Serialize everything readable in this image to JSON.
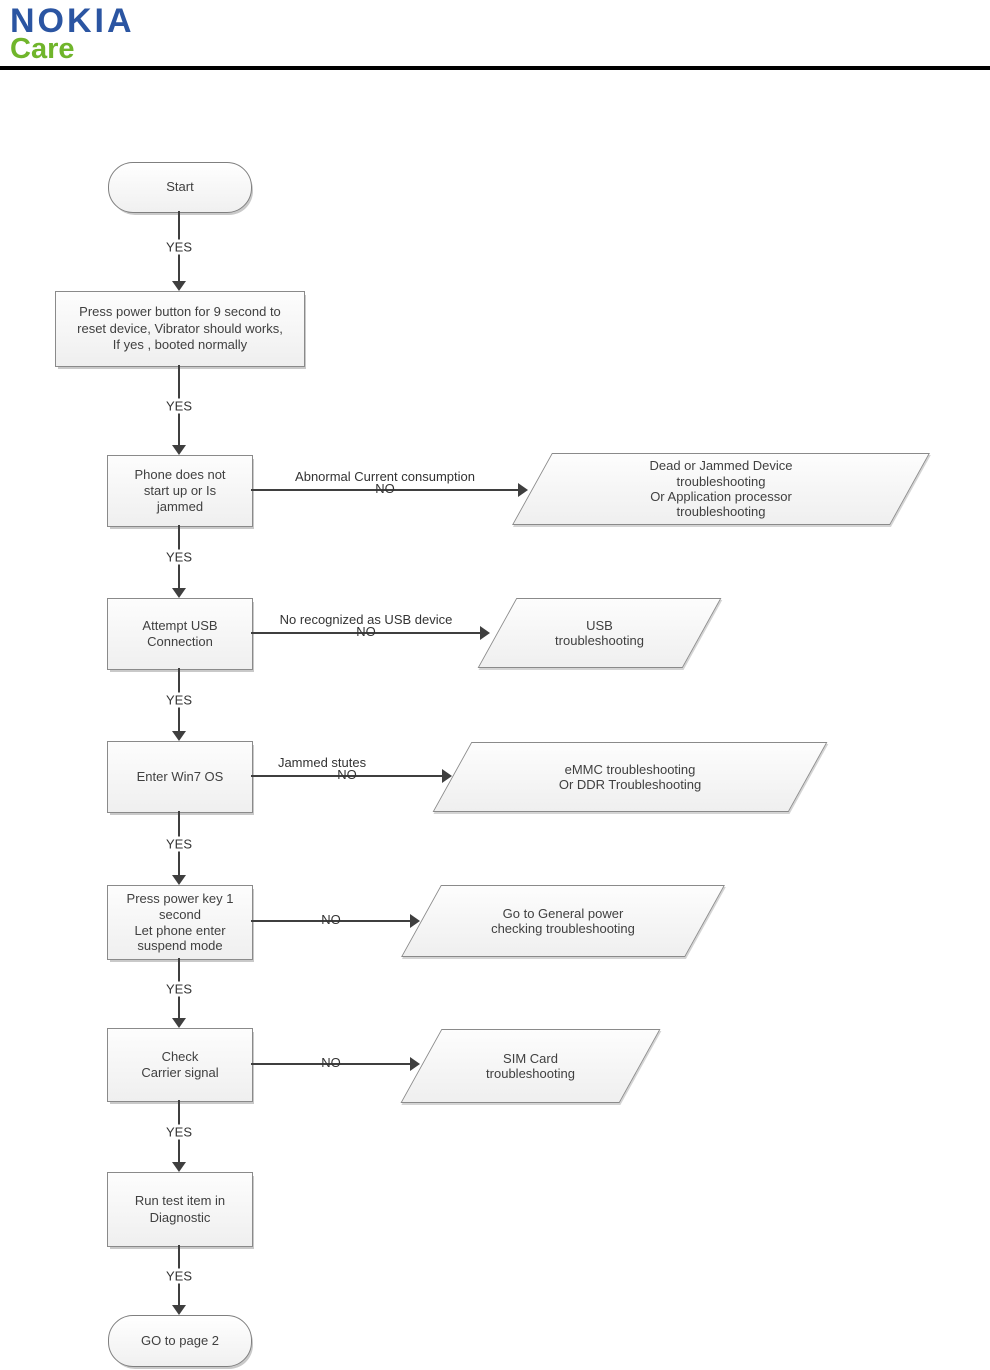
{
  "header": {
    "logo_nokia": "NOKIA",
    "logo_care": "Care",
    "nokia_blue": "#2b55a2",
    "care_green": "#70b52b"
  },
  "labels": {
    "yes": "YES",
    "no": "NO"
  },
  "conditions": {
    "abnormal_current": "Abnormal Current consumption",
    "not_recognized_usb": "No recognized as USB device",
    "jammed_status": "Jammed stutes"
  },
  "nodes": {
    "start": "Start",
    "press_power_reset": "Press power button for 9 second to\nreset device, Vibrator should works,\nIf yes , booted normally",
    "phone_not_start": "Phone does not\nstart up or Is\njammed",
    "attempt_usb": "Attempt USB\nConnection",
    "enter_win7": "Enter Win7 OS",
    "press_power_key": "Press power key 1\nsecond\nLet phone enter\nsuspend mode",
    "check_carrier": "Check\nCarrier signal",
    "run_diagnostic": "Run test item in\nDiagnostic",
    "go_page2": "GO to page 2",
    "dead_jammed": "Dead or Jammed Device\ntroubleshooting\nOr Application processor\ntroubleshooting",
    "usb_troubleshooting": "USB\ntroubleshooting",
    "emmc_ddr": "eMMC troubleshooting\nOr DDR Troubleshooting",
    "general_power": "Go to General power\nchecking troubleshooting",
    "sim_card": "SIM Card\ntroubleshooting"
  }
}
